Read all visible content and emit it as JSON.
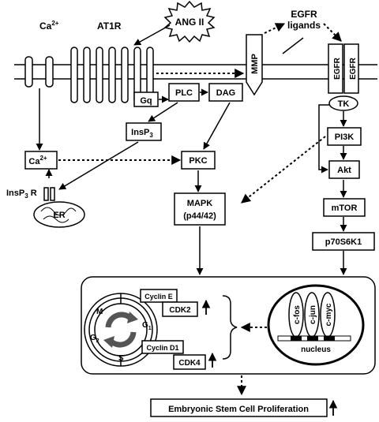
{
  "nodes": {
    "ca_top": "Ca",
    "ca_top_sup": "2+",
    "at1r": "AT1R",
    "ang2": "ANG II",
    "egfr_ligands_1": "EGFR",
    "egfr_ligands_2": "ligands",
    "mmp": "MMP",
    "egfr_a": "EGFR",
    "egfr_b": "EGFR",
    "gq": "Gq",
    "plc": "PLC",
    "dag": "DAG",
    "tk": "TK",
    "insp3": "InsP",
    "insp3_sub": "3",
    "ca_mid": "Ca",
    "ca_mid_sup": "2+",
    "pkc": "PKC",
    "pi3k": "PI3K",
    "akt": "Akt",
    "insp3r": "InsP",
    "insp3r_sub": "3",
    "insp3r_r": "R",
    "er": "ER",
    "mapk_1": "MAPK",
    "mapk_2": "(p44/42)",
    "mtor": "mTOR",
    "p70s6k1": "p70S6K1",
    "cyclin_e": "Cyclin E",
    "cdk2": "CDK2",
    "cyclin_d1": "Cyclin D1",
    "cdk4": "CDK4",
    "phase_m": "M",
    "phase_g1": "G",
    "phase_g1_sub": "1",
    "phase_g2": "G",
    "phase_g2_sub": "2",
    "phase_s": "S",
    "cfos": "c-fos",
    "cjun": "c-jun",
    "cmyc": "c-myc",
    "nucleus": "nucleus",
    "outcome": "Embryonic Stem Cell Proliferation"
  }
}
